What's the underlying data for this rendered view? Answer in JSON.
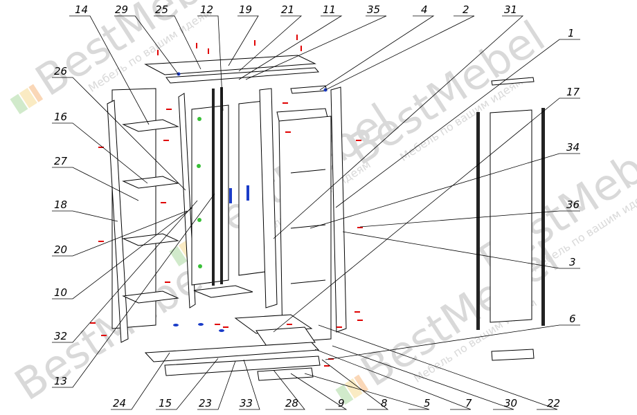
{
  "watermark": {
    "brand": "BestMebel",
    "tagline": "Мебель по вашим идеям"
  },
  "colors": {
    "accent_red": "#e00000",
    "accent_blue": "#1a3cc8",
    "accent_green": "#39c038",
    "watermark_green": "#7cc36b",
    "watermark_yellow": "#f3d27a",
    "watermark_orange": "#f29a4a"
  },
  "callouts": {
    "top": [
      "14",
      "29",
      "25",
      "12",
      "19",
      "21",
      "11",
      "35",
      "4",
      "2",
      "31"
    ],
    "left": [
      "26",
      "16",
      "27",
      "18",
      "20",
      "10",
      "32",
      "13"
    ],
    "right": [
      "1",
      "17",
      "34",
      "36",
      "3",
      "6"
    ],
    "bottom": [
      "24",
      "15",
      "23",
      "33",
      "28",
      "9",
      "8",
      "5",
      "7",
      "30",
      "22"
    ]
  }
}
